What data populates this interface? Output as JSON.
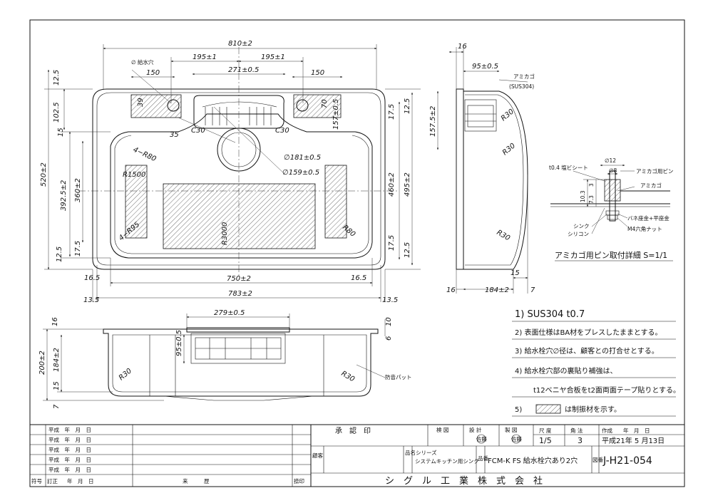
{
  "plan": {
    "overall_width": "810±2",
    "hole_pitch_left": "195±1",
    "hole_pitch_right": "195±1",
    "basket_width": "271±0.5",
    "hole_offset_left": "150",
    "hole_offset_right": "150",
    "faucet_hole": "∅ 給水穴",
    "top_margin": "12.5",
    "deck_depth": "102.5",
    "gap_15": "15",
    "inner_depth_left": "392.5±2",
    "bowl_depth": "360±2",
    "overall_depth": "520±2",
    "bottom_margin_175": "17.5",
    "bottom_margin_125": "12.5",
    "right_175_top": "17.5",
    "right_125_top": "12.5",
    "inner_depth_right": "460±2",
    "outer_depth_right": "495±2",
    "right_175_bot": "17.5",
    "right_125_bot": "12.5",
    "dim_39": "39",
    "dim_35": "35",
    "dim_70": "70",
    "dim_157": "157±0.5",
    "c30_left": "C30",
    "c30_right": "C30",
    "r80_top": "4−R80",
    "r1500": "R1500",
    "r3000": "R3000",
    "r95": "4−R95",
    "r80_bot": "R80",
    "dia181": "∅181±0.5",
    "dia159": "∅159±0.5",
    "dim_165_left": "16.5",
    "dim_165_right": "16.5",
    "bowl_width": "750±2",
    "inner_width": "783±2",
    "dim_135_left": "13.5",
    "dim_135_right": "13.5"
  },
  "side": {
    "top_16": "16",
    "basket_95": "95±0.5",
    "amikago": "アミカゴ",
    "sus304": "(SUS304)",
    "depth_157": "157.5±2",
    "r30_a": "R30",
    "r30_b": "R30",
    "r30_c": "R30",
    "dim_15": "15",
    "dim_16": "16",
    "dim_184": "184±2",
    "dim_7": "7"
  },
  "pin": {
    "dia12": "∅12",
    "dia8": "∅8",
    "sheet": "t0.4 塩ビシート",
    "pin_label": "アミカゴ用ピン",
    "amikago": "アミカゴ",
    "d103": "10.3",
    "d3": "3",
    "d73": "7.3",
    "washer": "バネ座金+平座金",
    "sink": "シンク",
    "silicone": "シリコン",
    "nut": "M4六角ナット",
    "title": "アミカゴ用ピン取付詳細 S=1/1"
  },
  "front": {
    "basket_width": "279±0.5",
    "dim_16": "16",
    "dim_10": "10",
    "dim_6": "6",
    "basket_95": "95±0.5",
    "depth_200": "200±2",
    "depth_184": "184±2",
    "dim_15": "15",
    "dim_7": "7",
    "r30_left": "R30",
    "r30_right": "R30",
    "pad": "防音パット"
  },
  "notes": [
    "1) SUS304 t0.7",
    "2) 表面仕様はBA材をプレスしたままとする。",
    "3) 給水栓穴∅径は、顧客との打合せとする。",
    "4) 給水栓穴部の裏貼り補強は、",
    "t12ベニヤ合板をt2面両面テープ貼りとする。",
    "5)",
    "は制振材を示す。"
  ],
  "revisions": {
    "rows": [
      "平成　年　月　日",
      "平成　年　月　日",
      "平成　年　月　日",
      "平成　年　月　日",
      "平成　年　月　日"
    ],
    "header": {
      "mark": "符号",
      "fix": "訂正",
      "ymd": "年　月　日",
      "history": "来　　　歴",
      "stamp": "捺印"
    }
  },
  "title_block": {
    "approval": "承　認　印",
    "inspect": "検 図",
    "design": "設 計",
    "design_stamp": "佐藤",
    "drawn": "製 図",
    "drawn_stamp": "佐藤",
    "scale_label": "尺 度",
    "scale": "1/5",
    "angle_label": "角 法",
    "angle": "3",
    "created_label": "作成　　年　月　日",
    "created": "平成21年 5 月13日",
    "customer_label": "顧客",
    "series_label": "品名シリーズ",
    "series": "システムキッチン用シンク",
    "product_label": "品番",
    "product": "FCM-K FS 給水栓穴あり2穴",
    "drawing_no_label": "図番",
    "drawing_no": "J-H21-054",
    "company": "シ　グ　ル　工　業　株　式　会　社"
  }
}
